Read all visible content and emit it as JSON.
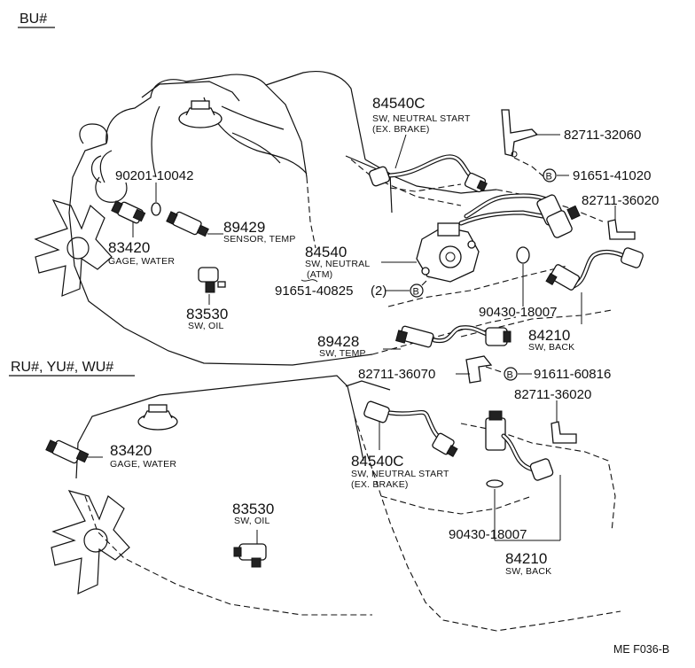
{
  "sections": {
    "top": "BU#",
    "bottom": "RU#, YU#, WU#"
  },
  "bolt_marker": "B",
  "labels": {
    "sw_neutral_start_top_pn": "84540C",
    "sw_neutral_start_top_d1": "SW, NEUTRAL START",
    "sw_neutral_start_top_d2": "(EX. BRAKE)",
    "bracket_32060": "82711-32060",
    "clip_10042": "90201-10042",
    "bolt_41020": "91651-41020",
    "bracket_36020_top": "82711-36020",
    "sensor_temp_pn": "89429",
    "sensor_temp_desc": "SENSOR, TEMP",
    "gage_water_top_pn": "83420",
    "gage_water_top_desc": "GAGE, WATER",
    "sw_neutral_pn": "84540",
    "sw_neutral_d1": "SW, NEUTRAL",
    "sw_neutral_d2": "(ATM)",
    "bolt_40825": "91651-40825",
    "bolt_40825_qty": "(2)",
    "sw_oil_top_pn": "83530",
    "sw_oil_top_desc": "SW, OIL",
    "gasket_top": "90430-18007",
    "sw_back_top_pn": "84210",
    "sw_back_top_desc": "SW, BACK",
    "sw_temp_pn": "89428",
    "sw_temp_desc": "SW, TEMP",
    "bracket_36070": "82711-36070",
    "bolt_60816": "91611-60816",
    "bracket_36020_bot": "82711-36020",
    "gage_water_bot_pn": "83420",
    "gage_water_bot_desc": "GAGE, WATER",
    "sw_neutral_start_bot_pn": "84540C",
    "sw_neutral_start_bot_d1": "SW, NEUTRAL START",
    "sw_neutral_start_bot_d2": "(EX. BRAKE)",
    "sw_oil_bot_pn": "83530",
    "sw_oil_bot_desc": "SW, OIL",
    "gasket_bot": "90430-18007",
    "sw_back_bot_pn": "84210",
    "sw_back_bot_desc": "SW, BACK"
  },
  "figure_ref": "ME F036-B"
}
